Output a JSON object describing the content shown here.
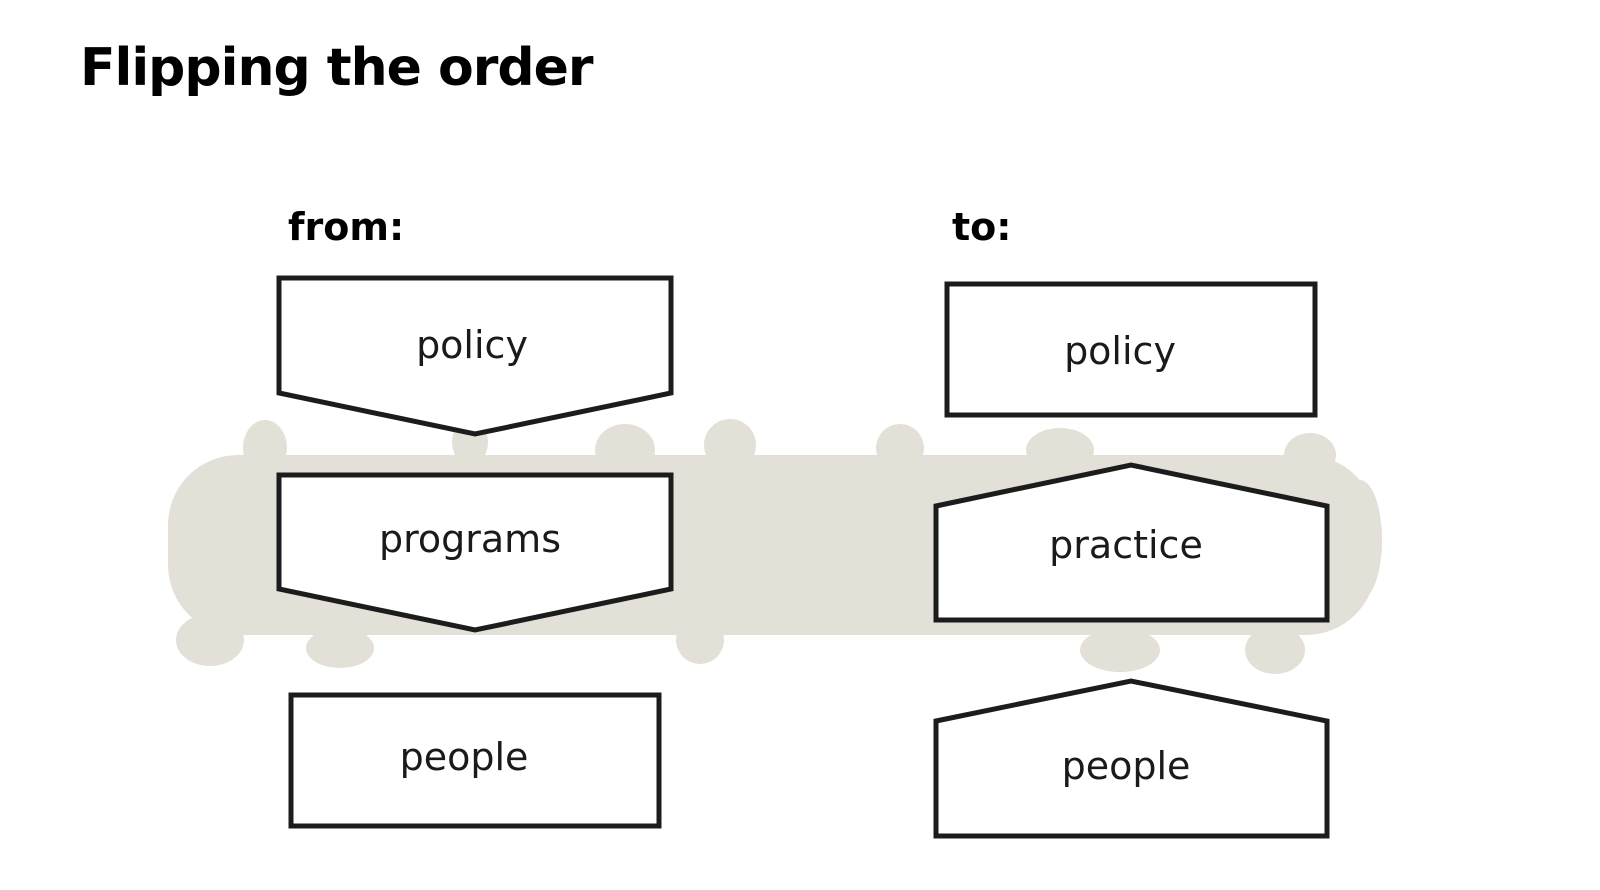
{
  "title": "Flipping the order",
  "from": {
    "label": "from:",
    "items": [
      "policy",
      "programs",
      "people"
    ]
  },
  "to": {
    "label": "to:",
    "items": [
      "policy",
      "practice",
      "people"
    ]
  },
  "colors": {
    "band": "#e3e0d8",
    "stroke": "#1c1c1c",
    "text": "#000000"
  }
}
